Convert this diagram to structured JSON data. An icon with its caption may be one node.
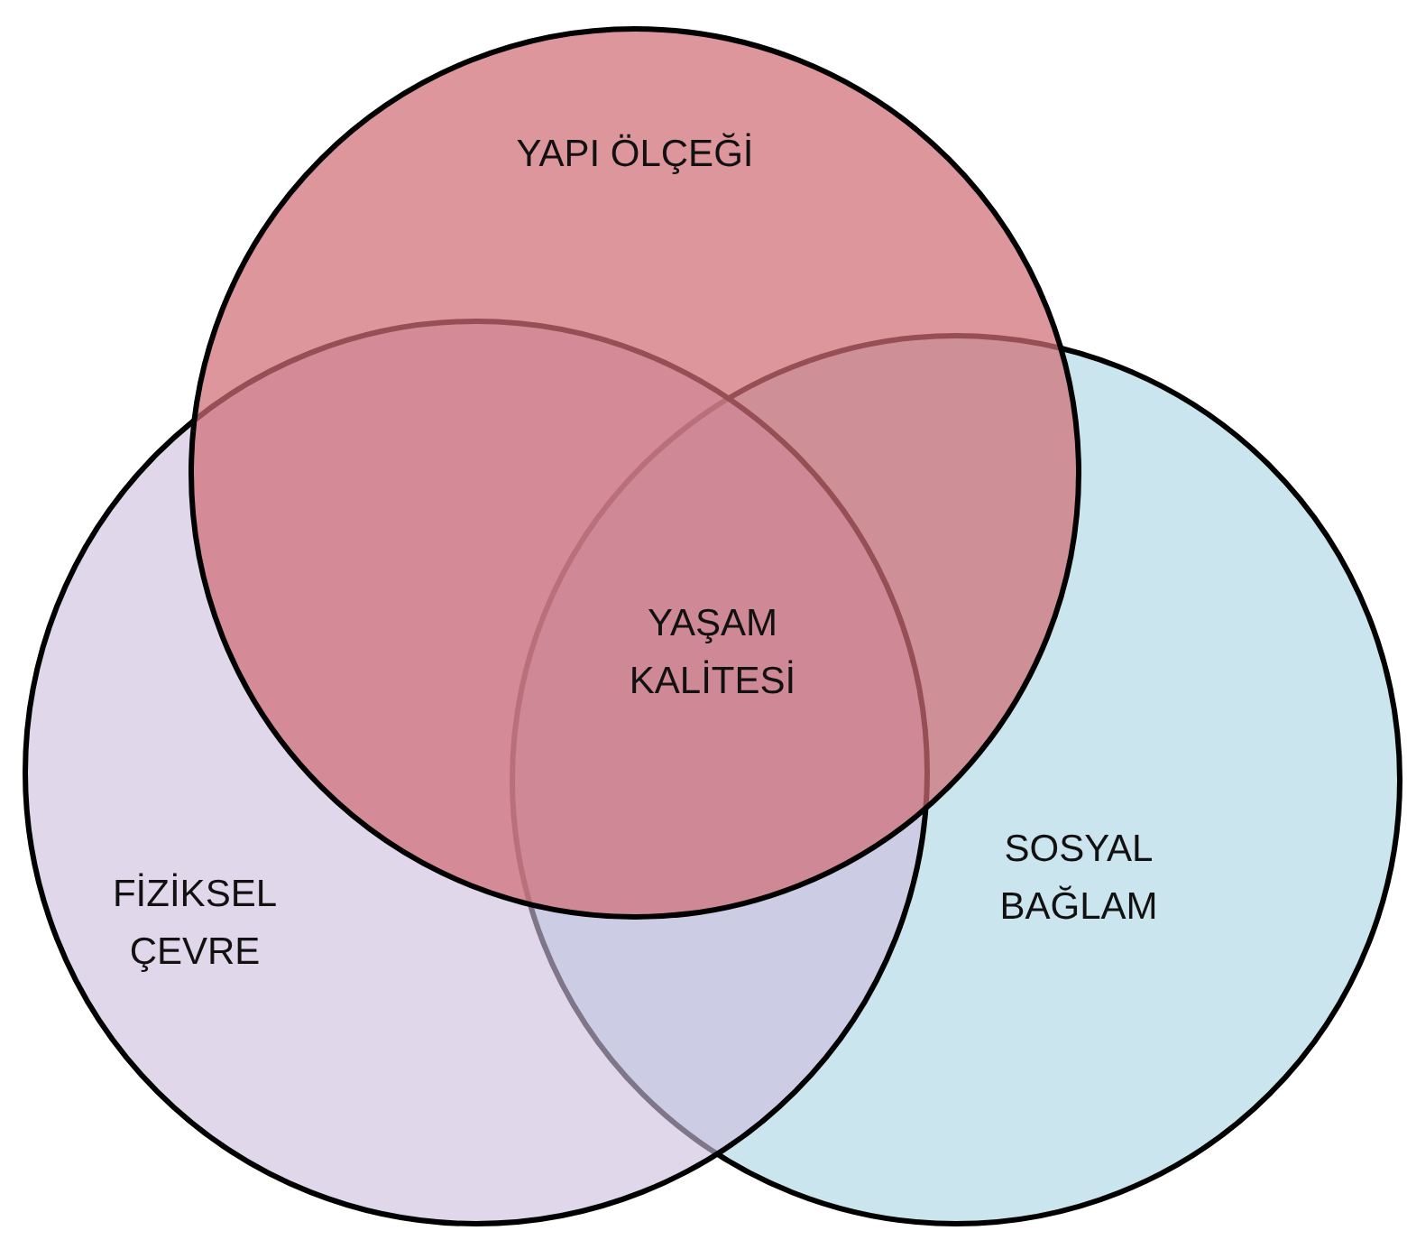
{
  "diagram": {
    "nodes": [
      {
        "text": [
          "YAPI ÖLÇEĞİ"
        ]
      },
      {
        "text": [
          "FİZİKSEL ÇEVRE"
        ]
      },
      {
        "text": [
          "SOSYAL BAĞLAM"
        ]
      }
    ],
    "labels": [
      "YAŞAM KALİTESİ"
    ]
  }
}
